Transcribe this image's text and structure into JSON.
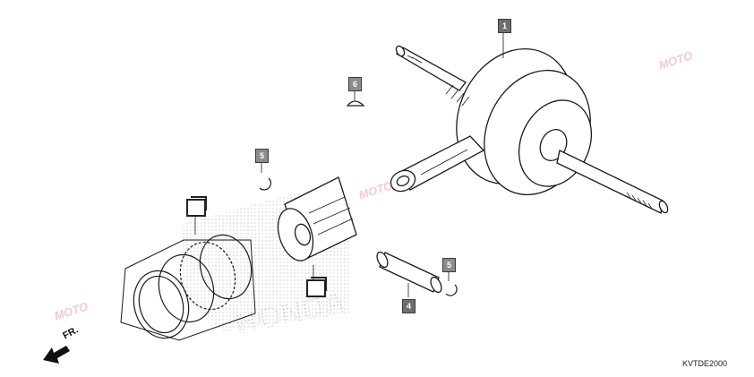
{
  "callouts": [
    {
      "id": "1",
      "label": "1"
    },
    {
      "id": "6",
      "label": "6"
    },
    {
      "id": "5a",
      "label": "5"
    },
    {
      "id": "5b",
      "label": "5"
    },
    {
      "id": "4",
      "label": "4"
    }
  ],
  "direction_label": "FR.",
  "diagram_code": "KVTDE2000",
  "watermark": "MOTO",
  "colors": {
    "line": "#1a1a1a",
    "callout_fill": "#8c8c8c",
    "watermark": "#e05a5a"
  }
}
